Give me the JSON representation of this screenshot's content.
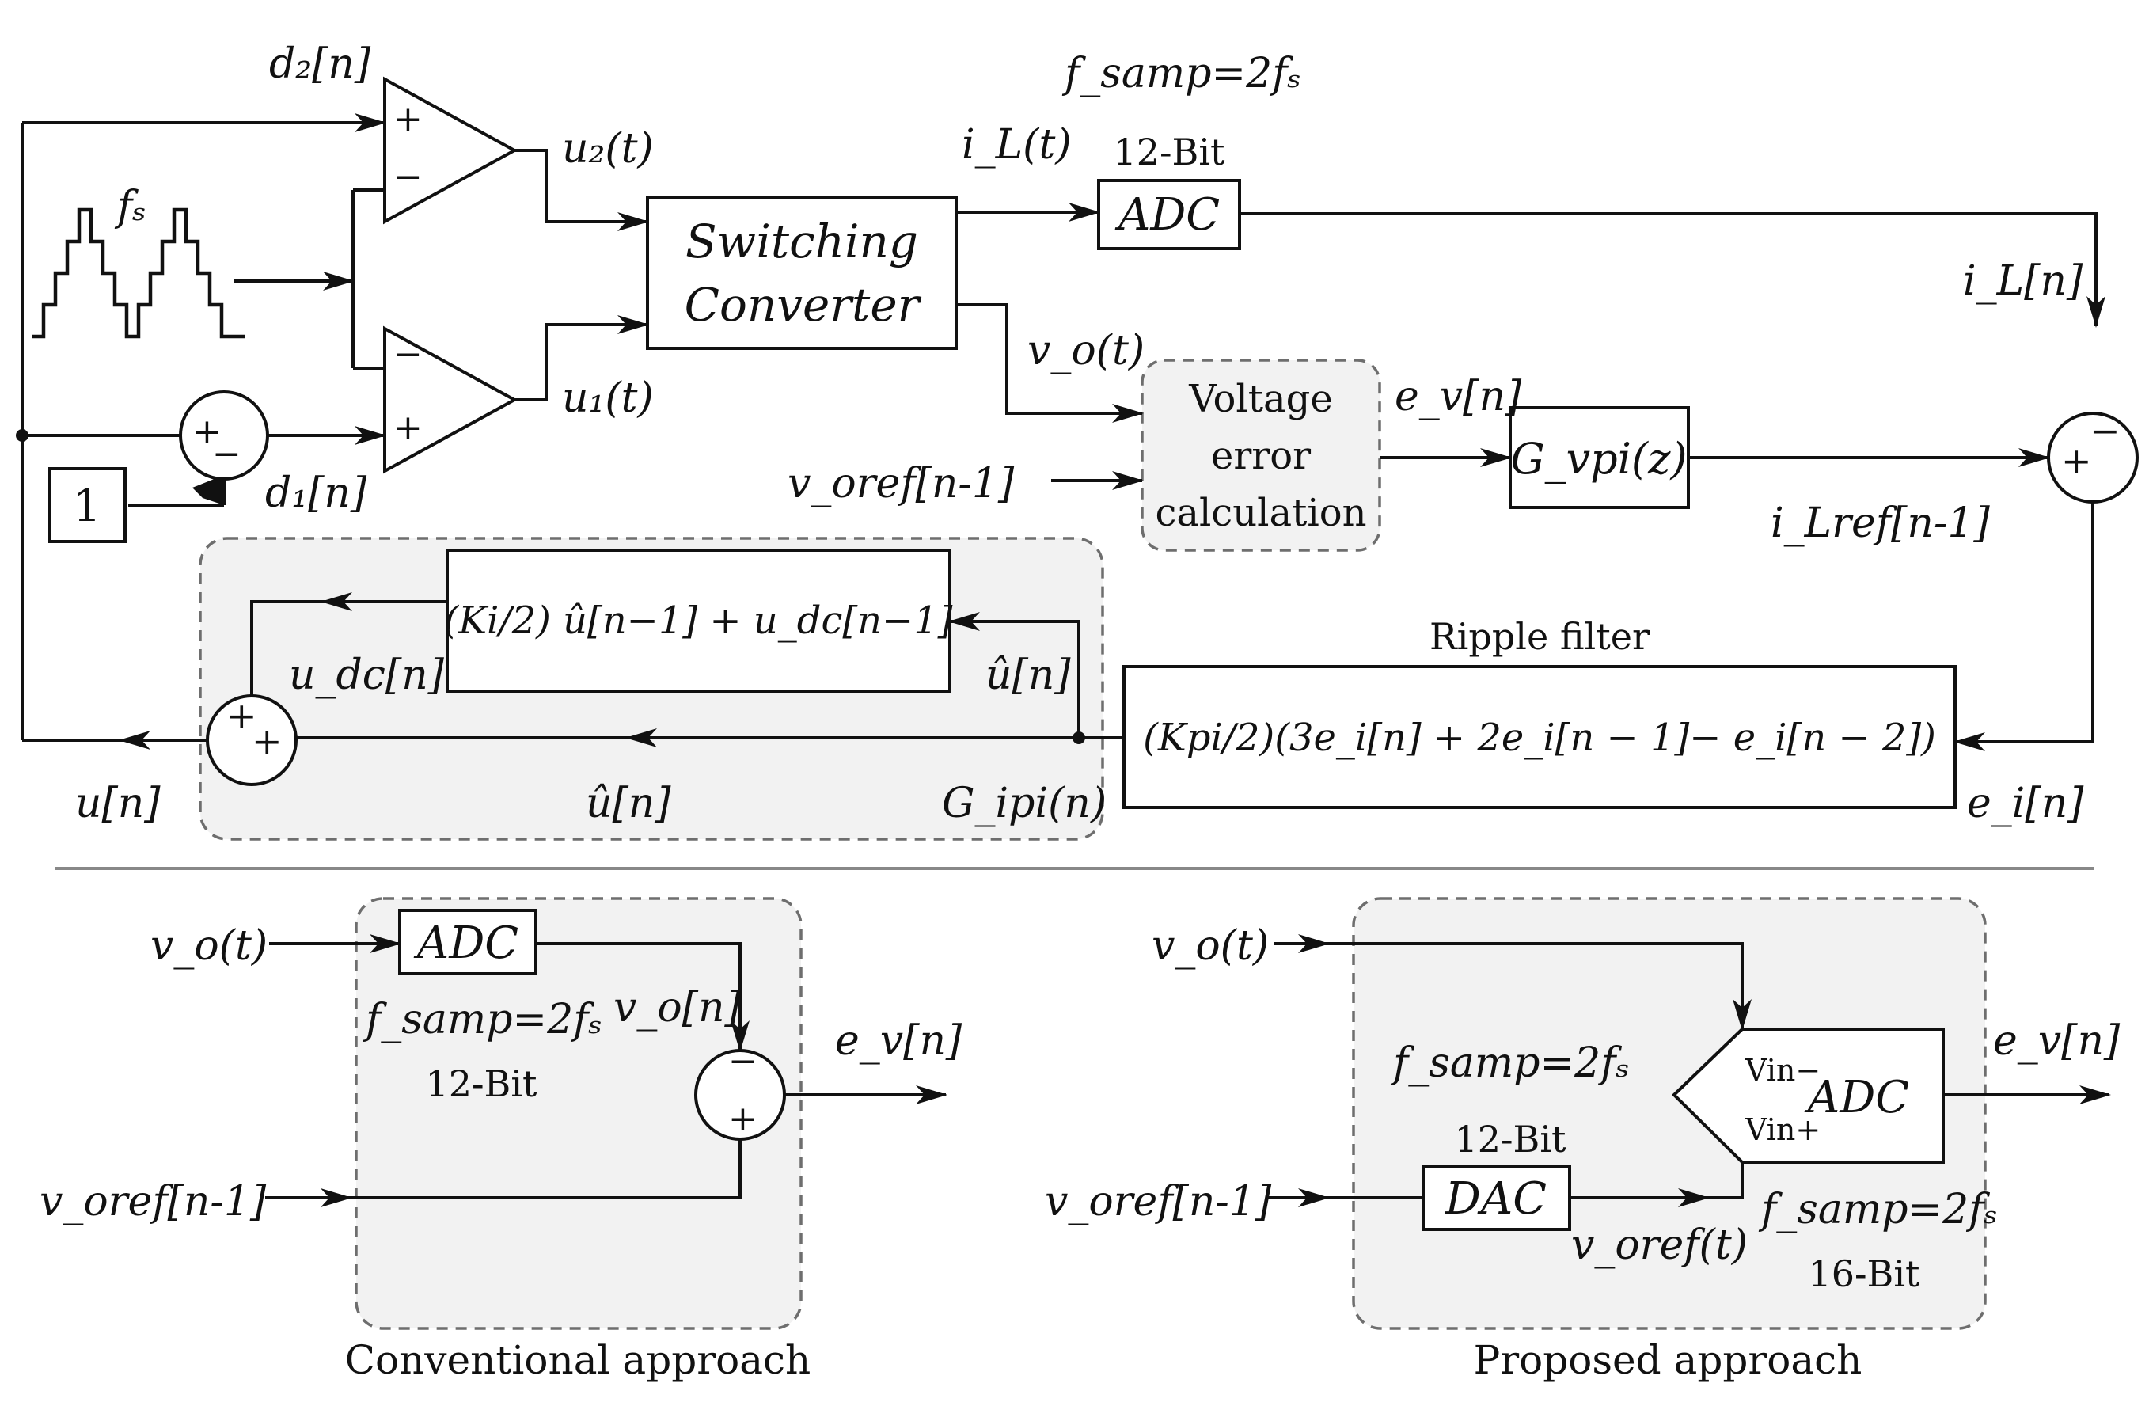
{
  "top": {
    "d2": "d₂[n]",
    "d1": "d₁[n]",
    "fs": "fₛ",
    "u2": "u₂(t)",
    "u1": "u₁(t)",
    "const_one": "1",
    "converter_line1": "Switching",
    "converter_line2": "Converter",
    "iL_t": "i_L(t)",
    "fsamp": "f_samp=2fₛ",
    "adc_bits": "12-Bit",
    "adc": "ADC",
    "iL_n": "i_L[n]",
    "vo_t": "v_o(t)",
    "vec_line1": "Voltage",
    "vec_line2": "error",
    "vec_line3": "calculation",
    "ev": "e_v[n]",
    "gvpi": "G_vpi(z)",
    "voref": "v_oref[n-1]",
    "iLref": "i_Lref[n-1]",
    "ripple_title": "Ripple filter",
    "ripple_expr": "(Kpi/2)(3e_i[n] + 2e_i[n − 1]− e_i[n − 2])",
    "ei": "e_i[n]",
    "int_expr": "(Ki/2) û[n−1] + u_dc[n−1]",
    "udc": "u_dc[n]",
    "uhat": "û[n]",
    "uhat2": "û[n]",
    "gipi": "G_ipi(n)",
    "u": "u[n]"
  },
  "conventional": {
    "title": "Conventional approach",
    "vo_t": "v_o(t)",
    "adc": "ADC",
    "fsamp": "f_samp=2fₛ",
    "bits": "12-Bit",
    "vo_n": "v_o[n]",
    "ev": "e_v[n]",
    "voref": "v_oref[n-1]"
  },
  "proposed": {
    "title": "Proposed approach",
    "vo_t": "v_o(t)",
    "fsamp_dac": "f_samp=2fₛ",
    "dac_bits": "12-Bit",
    "dac": "DAC",
    "voref": "v_oref[n-1]",
    "voref_t": "v_oref(t)",
    "adc": "ADC",
    "vin_minus": "Vin−",
    "vin_plus": "Vin+",
    "ev": "e_v[n]",
    "fsamp_adc": "f_samp=2fₛ",
    "adc_bits": "16-Bit"
  }
}
